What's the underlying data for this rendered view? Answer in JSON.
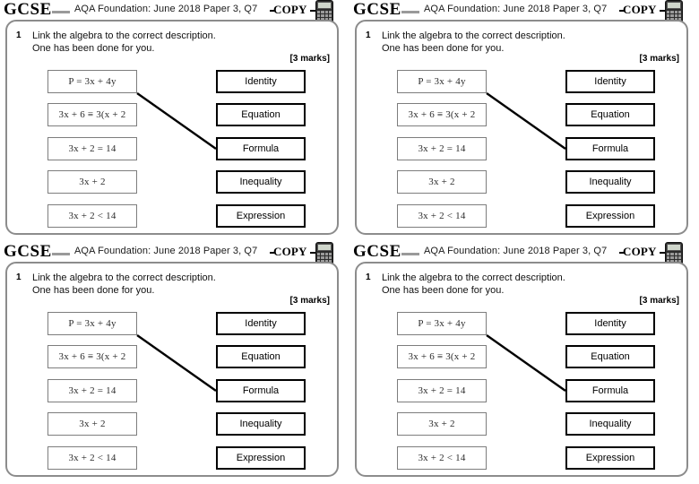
{
  "card": {
    "brand": "GCSE",
    "title": "AQA Foundation: June 2018 Paper 3, Q7",
    "copy_label": "COPY",
    "calculator_icon": "calculator-icon",
    "question_number": "1",
    "question_line_1": "Link the algebra to the correct description.",
    "question_line_2": "One has been done for you.",
    "marks": "[3 marks]",
    "left_boxes": [
      {
        "label": "P = 3x + 4y"
      },
      {
        "label": "3x + 6 ≡ 3(x + 2"
      },
      {
        "label": "3x + 2 = 14"
      },
      {
        "label": "3x + 2"
      },
      {
        "label": "3x + 2 < 14"
      }
    ],
    "right_boxes": [
      {
        "label": "Identity"
      },
      {
        "label": "Equation"
      },
      {
        "label": "Formula"
      },
      {
        "label": "Inequality"
      },
      {
        "label": "Expression"
      }
    ],
    "connection": {
      "from_left_index": 0,
      "to_right_index": 2
    }
  },
  "colors": {
    "panel_border": "#8c8c8c",
    "left_box_border": "#7d7d7d",
    "right_box_border": "#000000",
    "header_dash": "#9a9a9a",
    "connector_line": "#000000",
    "calculator_body": "#2c2c2c",
    "calculator_screen": "#cfd6cb"
  },
  "grid": {
    "cards": [
      0,
      1,
      2,
      3
    ]
  }
}
